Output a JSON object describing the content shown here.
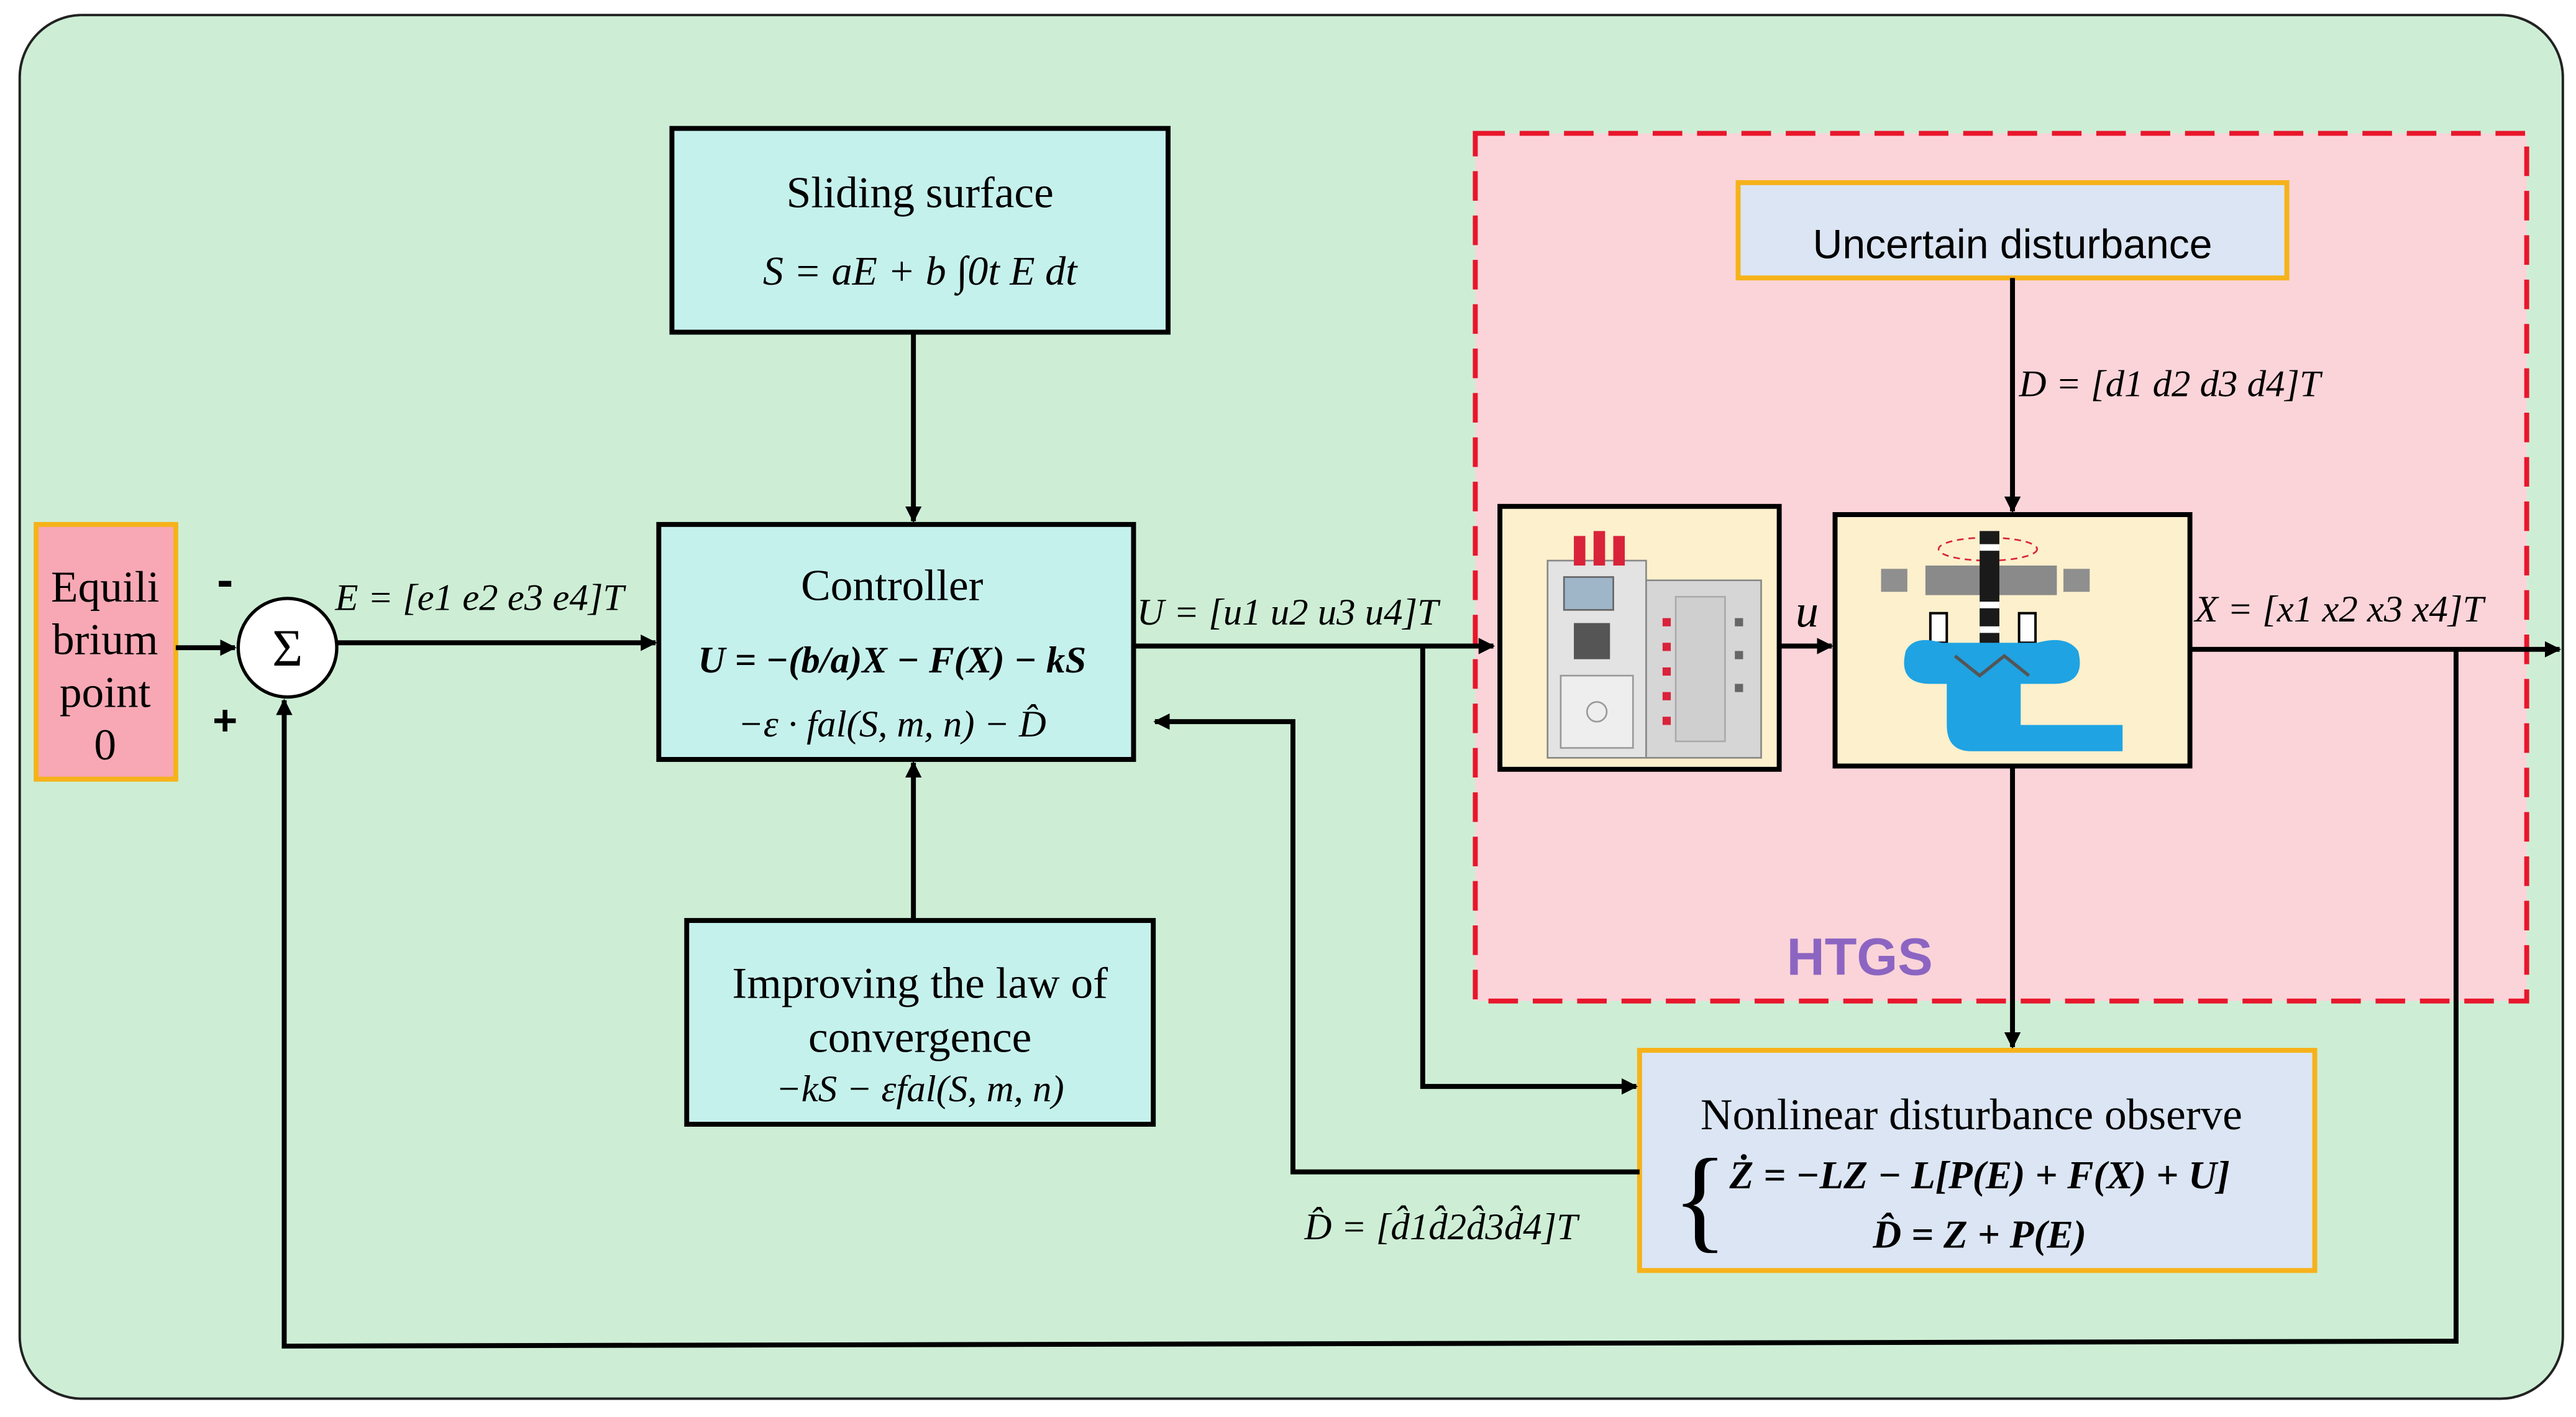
{
  "colors": {
    "background_panel": "#cdeed5",
    "equilibrium_fill": "#f7a8b4",
    "orange_border": "#f6b21a",
    "cyan_fill": "#c5f1ed",
    "htgs_fill": "#fbd4d9",
    "htgs_dash": "#e8162c",
    "htgs_label": "#8c65c2",
    "blue_fill": "#dbe5f3",
    "image_bg": "#fdf0cc",
    "turbine_blue": "#1fa3e3"
  },
  "equilibrium": {
    "label_line1": "Equili",
    "label_line2": "brium",
    "label_line3": "point",
    "label_line4": "0"
  },
  "summing_junction": {
    "symbol": "Σ",
    "minus_sign": "-",
    "plus_sign": "+"
  },
  "signals": {
    "error": "E = [e1 e2 e3 e4]T",
    "control": "U = [u1 u2 u3 u4]T",
    "disturbance": "D = [d1 d2 d3 d4]T",
    "state": "X = [x1 x2 x3 x4]T",
    "u_symbol": "u",
    "estimate": "D̂ = [d̂1d̂2d̂3d̂4]T"
  },
  "sliding_surface": {
    "title": "Sliding surface",
    "equation": "S = aE + b ∫0t E dt"
  },
  "controller": {
    "title": "Controller",
    "equation_line1": "U = −(b/a)X − F(X) − kS",
    "equation_line2": "−ε · fal(S, m, n) − D̂"
  },
  "convergence": {
    "title_line1": "Improving the law of",
    "title_line2": "convergence",
    "equation": "−kS − εfal(S, m, n)"
  },
  "htgs": {
    "label": "HTGS",
    "uncertain_disturbance": "Uncertain disturbance",
    "governor_image": "governor-cabinet-image",
    "turbine_image": "hydro-turbine-image"
  },
  "observer": {
    "title": "Nonlinear disturbance observe",
    "equation_line1": "Ż = −LZ − L[P(E) + F(X) + U]",
    "equation_line2": "D̂ = Z + P(E)"
  }
}
